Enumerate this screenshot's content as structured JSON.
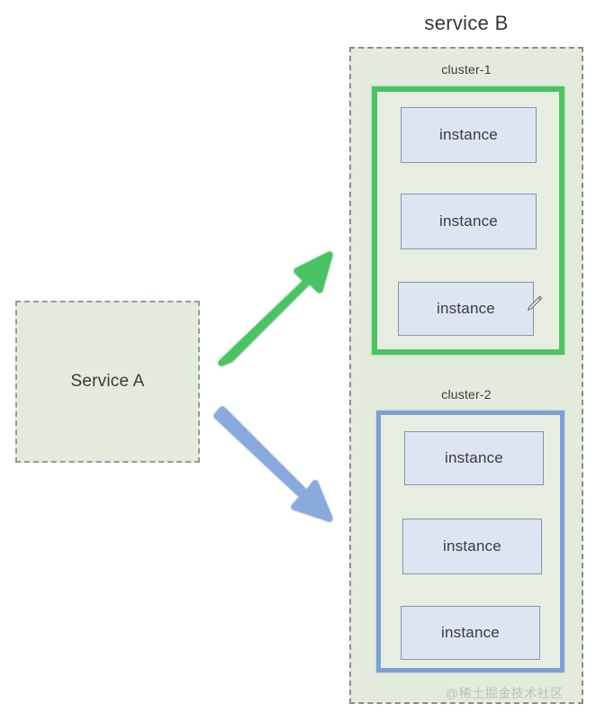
{
  "diagram": {
    "title": "service B",
    "source_node": {
      "label": "Service A",
      "fill_color": "#e3ecdc",
      "border_style": "dashed",
      "border_color": "#9a9a9a"
    },
    "target_group": {
      "label": "service B",
      "fill_color": "#e3ecdc",
      "border_style": "dashed",
      "border_color": "#8d8d8d",
      "clusters": [
        {
          "label": "cluster-1",
          "border_color": "#4cc264",
          "fill_color": "#e7eee1",
          "instances": [
            {
              "label": "instance"
            },
            {
              "label": "instance"
            },
            {
              "label": "instance"
            }
          ]
        },
        {
          "label": "cluster-2",
          "border_color": "#7d9fd3",
          "fill_color": "#e7eee1",
          "instances": [
            {
              "label": "instance"
            },
            {
              "label": "instance"
            },
            {
              "label": "instance"
            }
          ]
        }
      ]
    },
    "connectors": [
      {
        "name": "arrow-to-cluster-1",
        "color": "#4cc264",
        "from": "Service A",
        "to": "cluster-1",
        "direction": "up-right"
      },
      {
        "name": "arrow-to-cluster-2",
        "color": "#8aa9dd",
        "from": "Service A",
        "to": "cluster-2",
        "direction": "down-right"
      }
    ],
    "instance_style": {
      "fill_color": "#dde4f2",
      "border_color": "#8796ab"
    }
  },
  "watermark": {
    "text": "@稀土掘金技术社区"
  },
  "cursor": {
    "type": "pen-edit"
  }
}
